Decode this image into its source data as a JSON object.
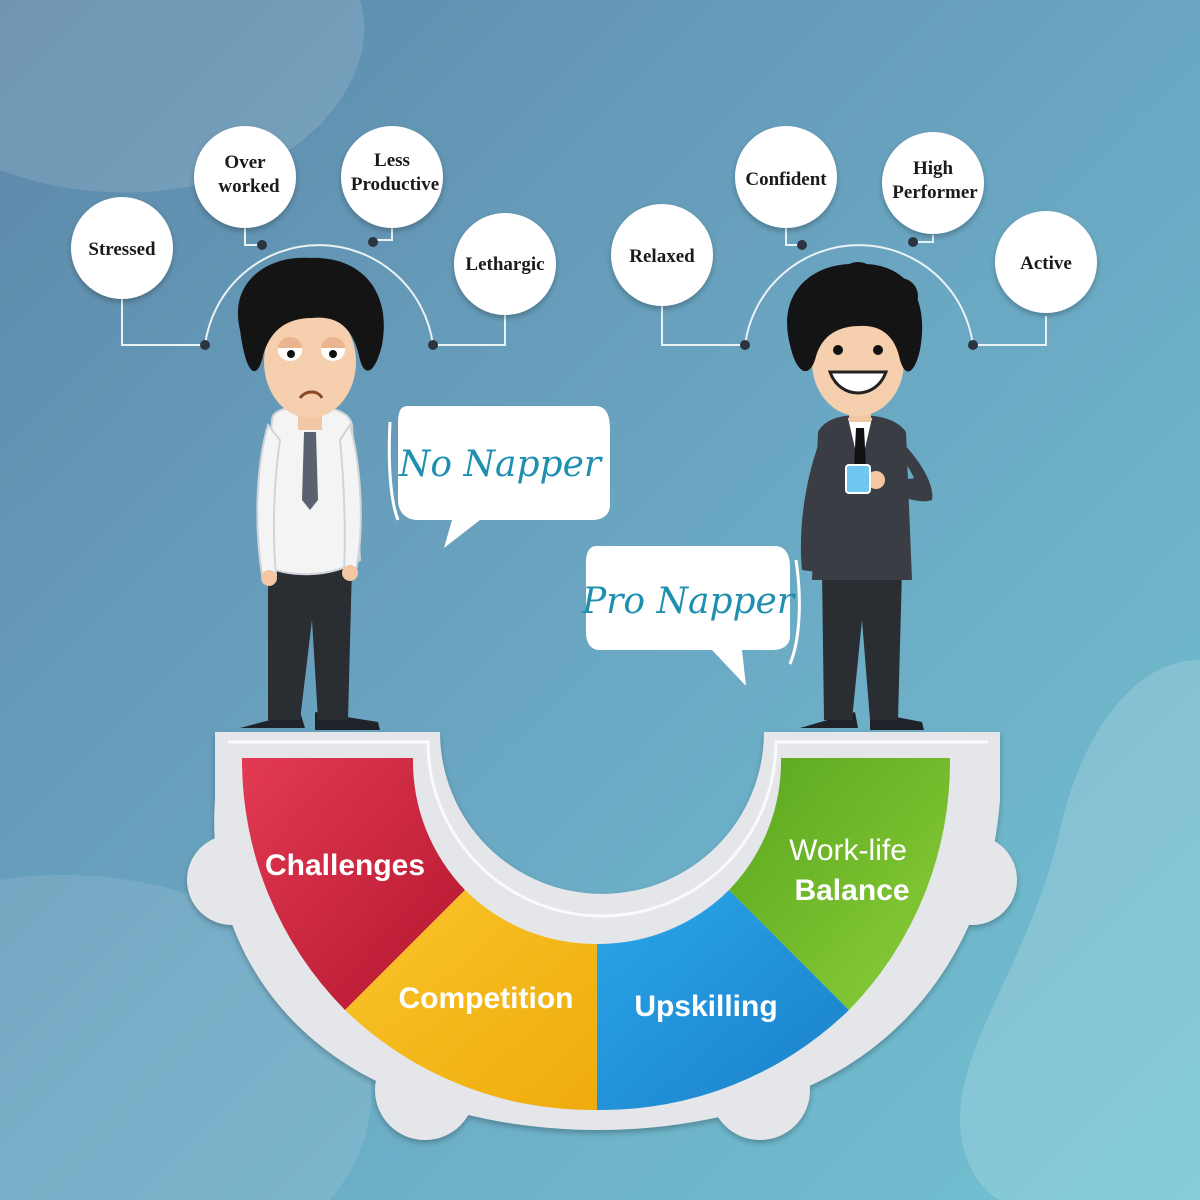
{
  "left_traits": [
    "Stressed",
    "Over worked",
    "Less Productive",
    "Lethargic"
  ],
  "right_traits": [
    "Relaxed",
    "Confident",
    "High Performer",
    "Active"
  ],
  "left_bubble": "No Napper",
  "right_bubble": "Pro Napper",
  "segments": [
    {
      "line1": "Challenges",
      "line2": "",
      "color": "#c8203f"
    },
    {
      "line1": "Competition",
      "line2": "",
      "color": "#f6b914"
    },
    {
      "line1": "Upskilling",
      "line2": "",
      "color": "#1f95dc"
    },
    {
      "line1": "Work-life",
      "line2": "Balance",
      "color": "#6ab82c"
    }
  ]
}
